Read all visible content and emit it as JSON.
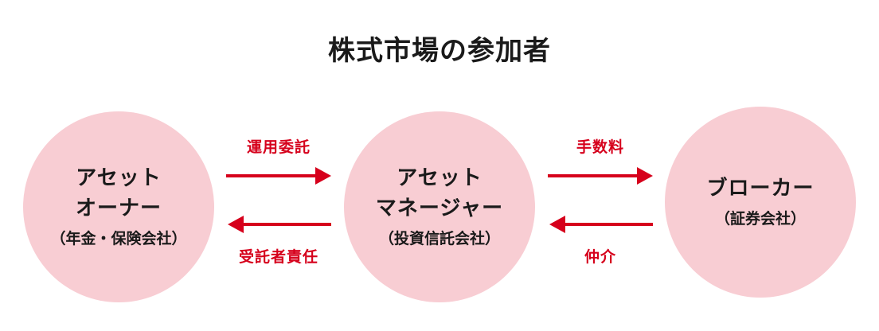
{
  "title": "株式市場の参加者",
  "colors": {
    "circle_fill": "#f8cdd3",
    "arrow": "#d6001c",
    "text": "#1a1a1a"
  },
  "nodes": {
    "owner": {
      "line1": "アセット",
      "line2": "オーナー",
      "sub": "（年金・保険会社）"
    },
    "manager": {
      "line1": "アセット",
      "line2": "マネージャー",
      "sub": "（投資信託会社）"
    },
    "broker": {
      "line1": "ブローカー",
      "sub": "（証券会社）"
    }
  },
  "edges": {
    "owner_to_manager": "運用委託",
    "manager_to_owner": "受託者責任",
    "manager_to_broker": "手数料",
    "broker_to_manager": "仲介"
  }
}
